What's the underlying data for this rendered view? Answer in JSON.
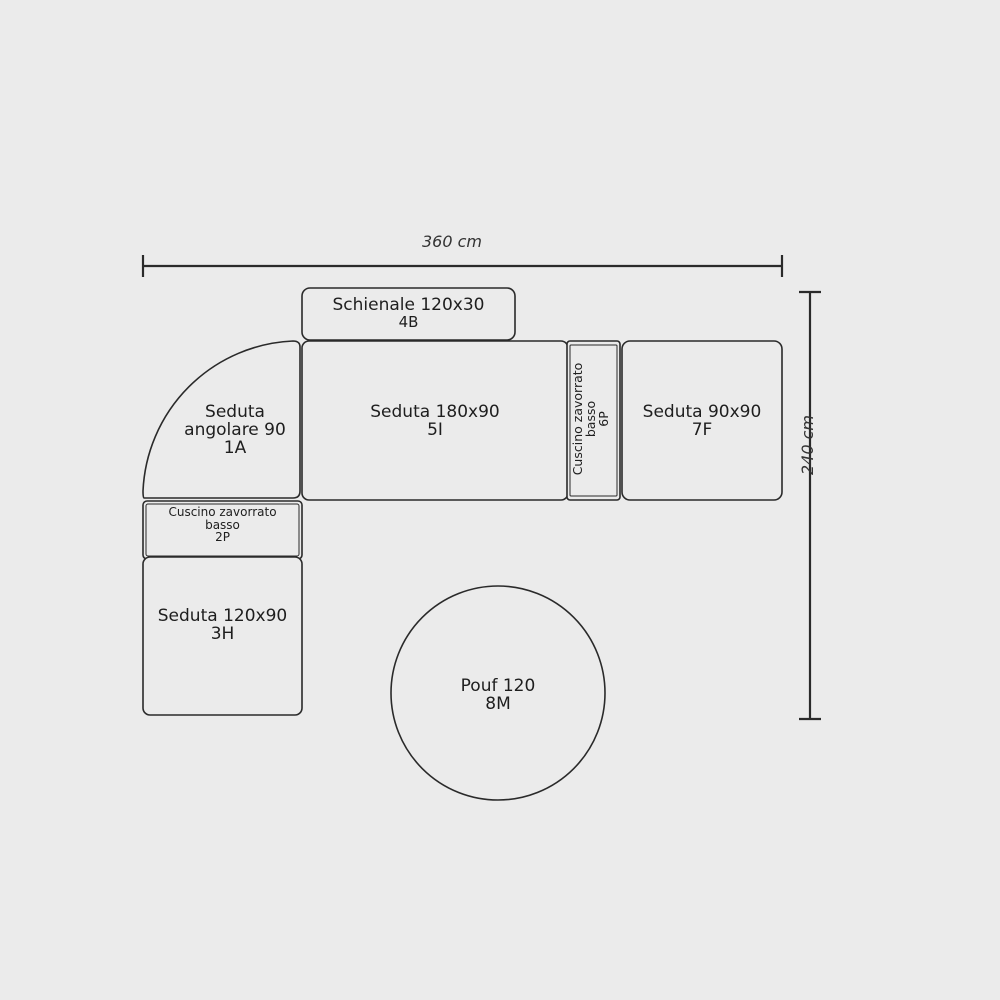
{
  "dimensions": {
    "width_label": "360 cm",
    "height_label": "240 cm"
  },
  "modules": {
    "schienale_4b": {
      "name": "Schienale 120x30",
      "code": "4B"
    },
    "seduta_angolare_1a": {
      "line1": "Seduta",
      "line2": "angolare 90",
      "code": "1A"
    },
    "seduta_5i": {
      "name": "Seduta 180x90",
      "code": "5I"
    },
    "cuscino_6p": {
      "line1": "Cuscino zavorrato",
      "line2": "basso",
      "code": "6P"
    },
    "seduta_7f": {
      "name": "Seduta 90x90",
      "code": "7F"
    },
    "cuscino_2p": {
      "line1": "Cuscino zavorrato",
      "line2": "basso",
      "code": "2P"
    },
    "seduta_3h": {
      "name": "Seduta 120x90",
      "code": "3H"
    },
    "pouf_8m": {
      "name": "Pouf 120",
      "code": "8M"
    }
  },
  "colors": {
    "background": "#ebebeb",
    "module_fill": "#ebebeb",
    "stroke": "#2a2a2a"
  }
}
